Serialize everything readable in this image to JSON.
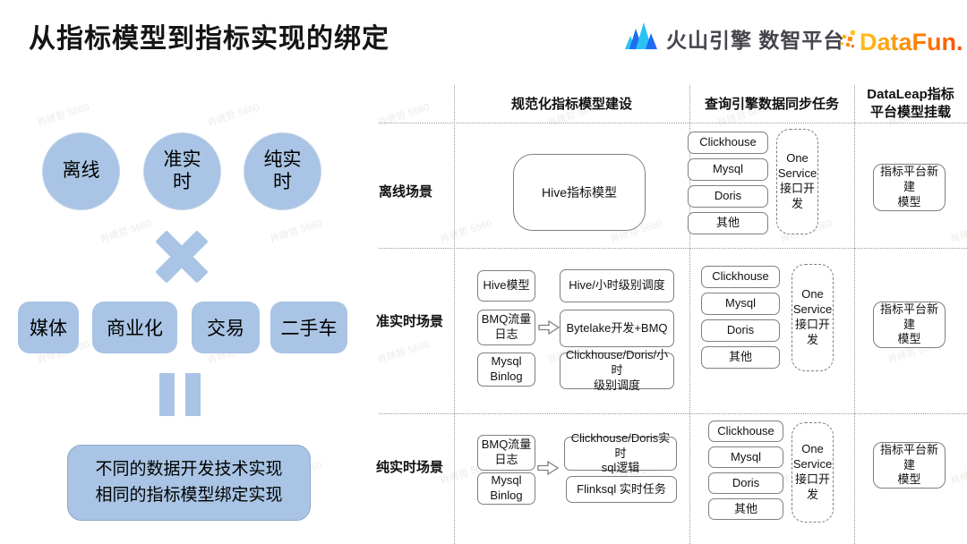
{
  "colors": {
    "accent_blue": "#a9c4e4",
    "volcano_cyan": "#2bc3f4",
    "volcano_blue": "#1f6bf2",
    "datafun_orange": "#f7941e",
    "border_gray": "#7f7f7f"
  },
  "watermark": "肖继哲 5660",
  "header": {
    "title": "从指标模型到指标实现的绑定",
    "volcano_logo_text": "火山引擎 数智平台",
    "datafun_logo_text": "DataFun."
  },
  "left_diagram": {
    "circles": [
      {
        "label": "离线"
      },
      {
        "label": "准实\n时"
      },
      {
        "label": "纯实\n时"
      }
    ],
    "operators": {
      "multiply": "×",
      "equals": "="
    },
    "domains": [
      {
        "label": "媒体"
      },
      {
        "label": "商业化"
      },
      {
        "label": "交易"
      },
      {
        "label": "二手车"
      }
    ],
    "conclusion": "不同的数据开发技术实现\n相同的指标模型绑定实现"
  },
  "table": {
    "columns": [
      "规范化指标模型建设",
      "查询引擎数据同步任务",
      "DataLeap指标\n平台模型挂载"
    ],
    "rows": [
      {
        "label": "离线场景",
        "model_boxes": [
          "Hive指标模型"
        ],
        "engines": [
          "Clickhouse",
          "Mysql",
          "Doris",
          "其他"
        ],
        "one_service": "One\nService\n接口开\n发",
        "mount": "指标平台新建\n模型"
      },
      {
        "label": "准实时场景",
        "sources": [
          "Hive模型",
          "BMQ流量\n日志",
          "Mysql\nBinlog"
        ],
        "dev_boxes": [
          "Hive/小时级别调度",
          "Bytelake开发+BMQ",
          "Clickhouse/Doris/小时\n级别调度"
        ],
        "engines": [
          "Clickhouse",
          "Mysql",
          "Doris",
          "其他"
        ],
        "one_service": "One\nService\n接口开\n发",
        "mount": "指标平台新建\n模型"
      },
      {
        "label": "纯实时场景",
        "sources": [
          "BMQ流量\n日志",
          "Mysql\nBinlog"
        ],
        "dev_boxes": [
          "Clickhouse/Doris实时\nsql逻辑",
          "Flinksql 实时任务"
        ],
        "engines": [
          "Clickhouse",
          "Mysql",
          "Doris",
          "其他"
        ],
        "one_service": "One\nService\n接口开\n发",
        "mount": "指标平台新建\n模型"
      }
    ]
  }
}
